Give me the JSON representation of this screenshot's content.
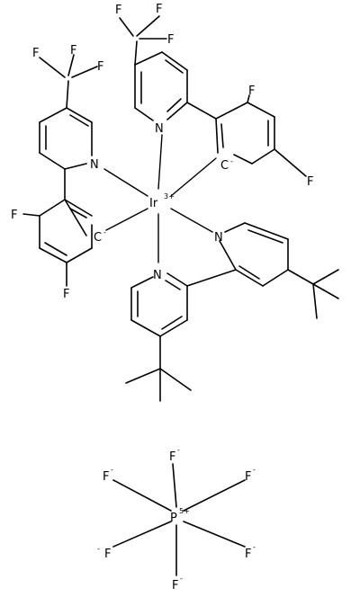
{
  "molecule": {
    "atoms": {
      "F": "F",
      "N": "N",
      "C": "C",
      "Ir": "Ir",
      "P": "P"
    },
    "charges": {
      "iridium": "3+",
      "carbanion": "-",
      "phosphorus": "5+",
      "fluoride": "-"
    }
  }
}
